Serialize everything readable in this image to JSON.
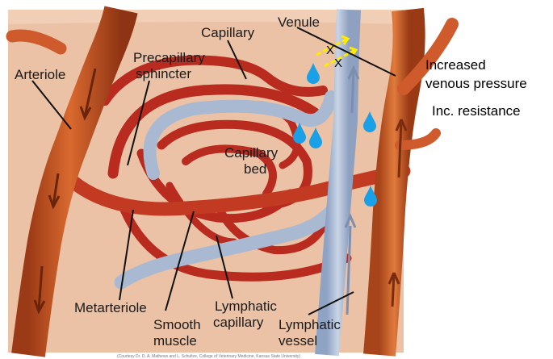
{
  "labels": {
    "capillary": "Capillary",
    "venule": "Venule",
    "precapillary_line1": "Precapillary",
    "precapillary_line2": "sphincter",
    "arteriole": "Arteriole",
    "capillary_bed_line1": "Capillary",
    "capillary_bed_line2": "bed",
    "metarteriole": "Metarteriole",
    "smooth_muscle_line1": "Smooth",
    "smooth_muscle_line2": "muscle",
    "lymphatic_capillary_line1": "Lymphatic",
    "lymphatic_capillary_line2": "capillary",
    "lymphatic_vessel_line1": "Lymphatic",
    "lymphatic_vessel_line2": "vessel"
  },
  "annotations": {
    "increased_line1": "Increased",
    "increased_line2": "venous pressure",
    "resistance": "Inc. resistance",
    "blocked_marks": [
      "X",
      "X"
    ]
  },
  "credit": "(Courtesy Dr. D. A. Mathews and L. Schultze, College of Veterinary Medicine, Kansas State University)",
  "colors": {
    "tissue": "#ecc2a6",
    "vessel_red": "#b92a1f",
    "vessel_orange": "#cf5a2c",
    "lymph": "#a9b9d2",
    "droplet": "#1aa0e6",
    "arrow_yellow": "#ffea00"
  }
}
